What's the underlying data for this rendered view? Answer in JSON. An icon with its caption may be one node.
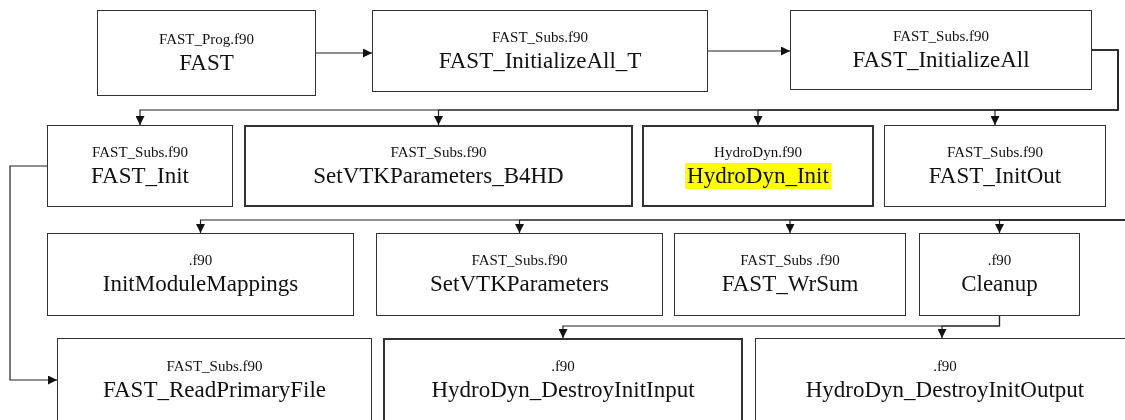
{
  "diagram": {
    "nodes": [
      {
        "text": [
          "FAST_Prog.f90",
          "FAST"
        ]
      },
      {
        "text": [
          "FAST_Subs.f90",
          "FAST_InitializeAll_T"
        ]
      },
      {
        "text": [
          "FAST_Subs.f90",
          "FAST_InitializeAll"
        ]
      },
      {
        "text": [
          "FAST_Subs.f90",
          "FAST_Init"
        ]
      },
      {
        "text": [
          "FAST_Subs.f90",
          "SetVTKParameters_B4HD"
        ]
      },
      {
        "text": [
          "HydroDyn.f90",
          "HydroDyn_Init"
        ]
      },
      {
        "text": [
          "FAST_Subs.f90",
          "FAST_InitOut"
        ]
      },
      {
        "text": [
          ".f90",
          "InitModuleMappings"
        ]
      },
      {
        "text": [
          "FAST_Subs.f90",
          "SetVTKParameters"
        ]
      },
      {
        "text": [
          "FAST_Subs .f90",
          "FAST_WrSum"
        ]
      },
      {
        "text": [
          ".f90",
          "Cleanup"
        ]
      },
      {
        "text": [
          "FAST_Subs.f90",
          "FAST_ReadPrimaryFile"
        ]
      },
      {
        "text": [
          ".f90",
          "HydroDyn_DestroyInitInput"
        ]
      },
      {
        "text": [
          ".f90",
          "HydroDyn_DestroyInitOutput"
        ]
      }
    ],
    "edges": [
      {
        "from": 0,
        "to": 1,
        "arrow": "to"
      },
      {
        "from": 1,
        "to": 2,
        "arrow": "to"
      },
      {
        "from": 2,
        "to": 3,
        "arrow": "to"
      },
      {
        "from": 2,
        "to": 4,
        "arrow": "to"
      },
      {
        "from": 2,
        "to": 5,
        "arrow": "to"
      },
      {
        "from": 2,
        "to": 6,
        "arrow": "to"
      },
      {
        "from": null,
        "to": 7,
        "arrow": "to"
      },
      {
        "from": null,
        "to": 8,
        "arrow": "to"
      },
      {
        "from": null,
        "to": 9,
        "arrow": "to"
      },
      {
        "from": null,
        "to": 10,
        "arrow": "to"
      },
      {
        "from": 3,
        "to": 11,
        "arrow": "to"
      },
      {
        "from": 10,
        "to": 12,
        "arrow": "to"
      },
      {
        "from": 10,
        "to": 13,
        "arrow": "to"
      }
    ]
  }
}
